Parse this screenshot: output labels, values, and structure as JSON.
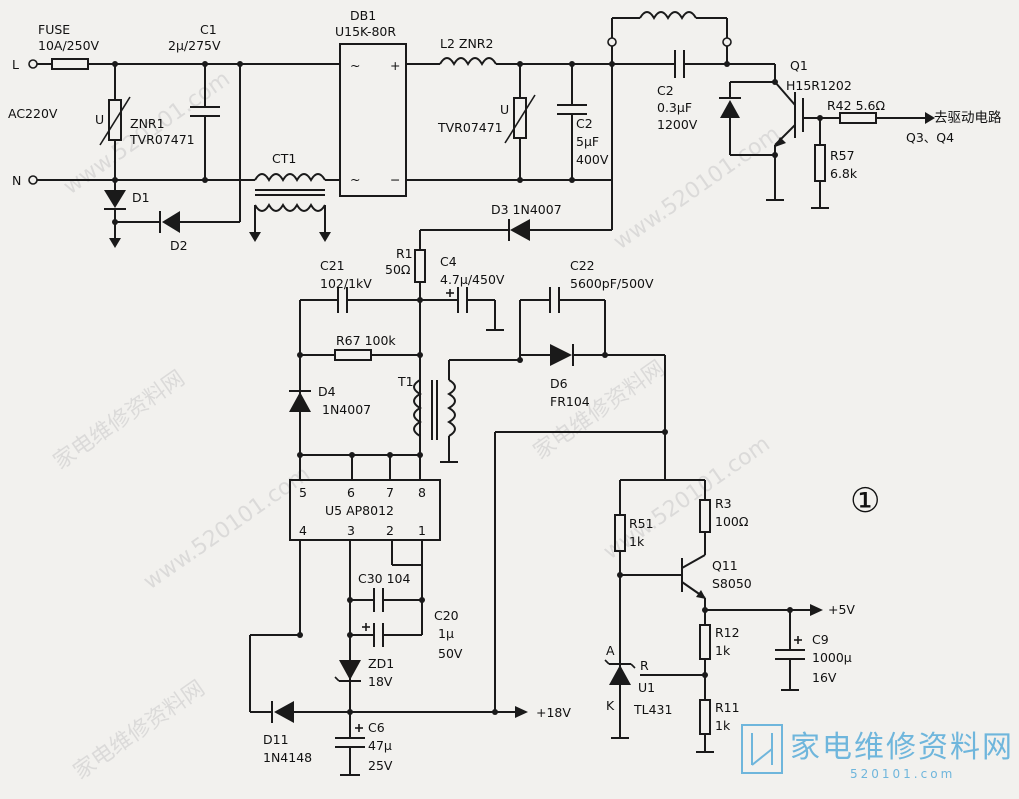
{
  "diagram_number": "①",
  "labels": {
    "fuse": "FUSE",
    "fuse_rating": "10A/250V",
    "node_L": "L",
    "node_N": "N",
    "ac_input": "AC220V",
    "c1": "C1",
    "c1_value": "2μ/275V",
    "db1": "DB1",
    "db1_part": "U15K-80R",
    "znr1_u": "U",
    "znr1": "ZNR1",
    "znr1_part": "TVR07471",
    "ct1": "CT1",
    "d1": "D1",
    "d2": "D2",
    "l2_znr2": "L2  ZNR2",
    "znr2_u": "U",
    "znr2_part": "TVR07471",
    "c2": "C2",
    "c2_value1": "5μF",
    "c2_value2": "400V",
    "c2b": "C2",
    "c2b_value1": "0.3μF",
    "c2b_value2": "1200V",
    "q1": "Q1",
    "q1_part": "H15R1202",
    "r42": "R42  5.6Ω",
    "to_drive": "去驱动电路",
    "q3q4": "Q3、Q4",
    "r57": "R57",
    "r57_value": "6.8k",
    "d3": "D3  1N4007",
    "r1": "R1",
    "r1_value": "50Ω",
    "c4": "C4",
    "c4_value": "4.7μ/450V",
    "c21": "C21",
    "c21_value": "102/1kV",
    "c22": "C22",
    "c22_value": "5600pF/500V",
    "r67": "R67  100k",
    "d4": "D4",
    "d4_part": "1N4007",
    "t1": "T1",
    "d6": "D6",
    "d6_part": "FR104",
    "u5_pins_top": [
      "5",
      "6",
      "7",
      "8"
    ],
    "u5_name": "U5 AP8012",
    "u5_pins_bottom": [
      "4",
      "3",
      "2",
      "1"
    ],
    "c30": "C30  104",
    "c20": "C20",
    "c20_value1": "1μ",
    "c20_value2": "50V",
    "zd1": "ZD1",
    "zd1_value": "18V",
    "d11": "D11",
    "d11_part": "1N4148",
    "c6": "C6",
    "c6_value1": "47μ",
    "c6_value2": "25V",
    "out_18v": "+18V",
    "r3": "R3",
    "r3_value": "100Ω",
    "r51": "R51",
    "r51_value": "1k",
    "q11": "Q11",
    "q11_part": "S8050",
    "out_5v": "+5V",
    "r12": "R12",
    "r12_value": "1k",
    "c9": "C9",
    "c9_value1": "1000μ",
    "c9_value2": "16V",
    "u1_a": "A",
    "u1_r": "R",
    "u1": "U1",
    "u1_k": "K",
    "u1_part": "TL431",
    "r11": "R11",
    "r11_value": "1k"
  },
  "watermark": {
    "domain_text": "www.520101.com",
    "cn_text": "家电维修资料网",
    "logo_text": "家电维修资料网",
    "logo_sub": "520101.com"
  },
  "colors": {
    "line": "#1a1a1a",
    "paper": "#f2f1ee",
    "logo": "#6fb6dc",
    "watermark": "#c9c9c9"
  }
}
